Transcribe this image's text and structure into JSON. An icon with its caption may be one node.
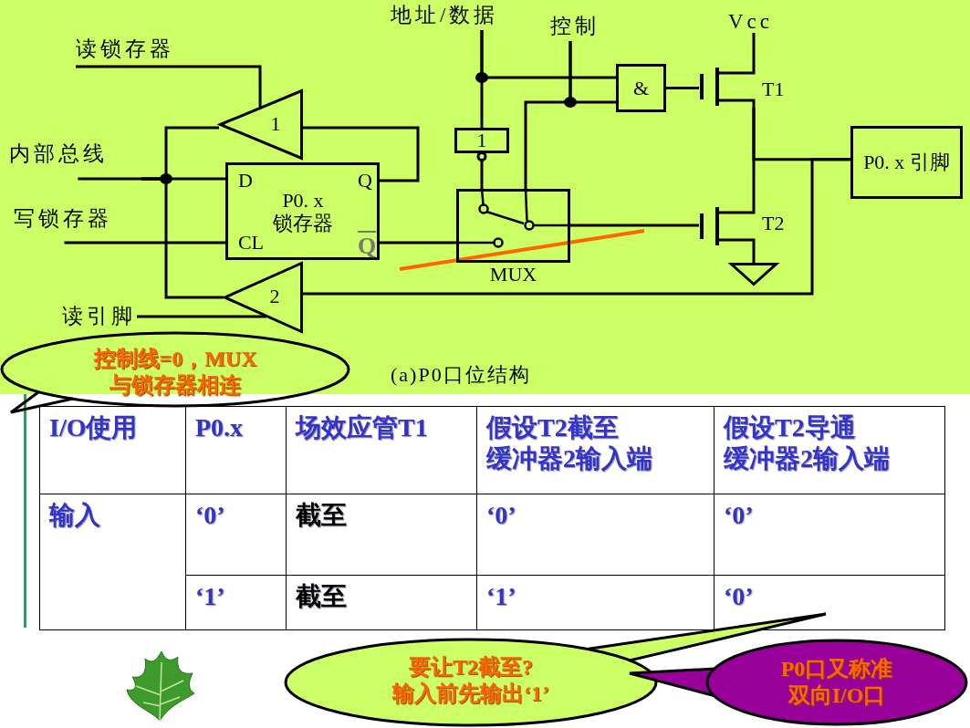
{
  "diagram": {
    "caption": "(a)P0口位结构",
    "nodes": [
      {
        "text": [
          "1"
        ]
      },
      {
        "text": [
          "D",
          "Q",
          "P0. x 锁存器",
          "CL",
          "Q"
        ]
      },
      {
        "text": [
          "2"
        ]
      },
      {
        "text": [
          "1"
        ]
      },
      {
        "text": [
          "&"
        ]
      },
      {
        "text": [
          "MUX"
        ]
      },
      {
        "text": [],
        "shape": "transistor",
        "beside": [
          "T1"
        ]
      },
      {
        "text": [],
        "shape": "transistor",
        "beside": [
          "T2"
        ]
      },
      {
        "text": [
          "P0. x 引脚"
        ]
      },
      {
        "text": [],
        "shape": "ground"
      },
      {
        "text": [
          "读锁存器"
        ]
      },
      {
        "text": [
          "内部总线"
        ]
      },
      {
        "text": [
          "写锁存器"
        ]
      },
      {
        "text": [
          "读引脚"
        ]
      },
      {
        "text": [
          "地址/数据"
        ]
      },
      {
        "text": [
          "控制"
        ]
      },
      {
        "text": [
          "Vcc"
        ]
      },
      {
        "text": [
          "控制线=0，MUX 与锁存器相连"
        ]
      },
      {
        "text": [
          "要让T2截至? 输入前先输出‘1’"
        ]
      },
      {
        "text": [
          "P0口又称准双向I/O口"
        ]
      }
    ],
    "edges": [
      {
        "from": 10,
        "to": 0,
        "arrow": "none"
      },
      {
        "from": 1,
        "to": 0,
        "arrow": "none"
      },
      {
        "from": 0,
        "to": 11,
        "arrow": "none"
      },
      {
        "from": 11,
        "to": 1,
        "arrow": "none"
      },
      {
        "from": 12,
        "to": 1,
        "arrow": "none"
      },
      {
        "from": 2,
        "to": 11,
        "arrow": "none"
      },
      {
        "from": 13,
        "to": 2,
        "arrow": "none"
      },
      {
        "from": 8,
        "to": 2,
        "arrow": "none"
      },
      {
        "from": 1,
        "to": 5,
        "arrow": "none"
      },
      {
        "from": 14,
        "to": 4,
        "arrow": "none"
      },
      {
        "from": 14,
        "to": 3,
        "arrow": "none"
      },
      {
        "from": 3,
        "to": 5,
        "arrow": "none"
      },
      {
        "from": 15,
        "to": 4,
        "arrow": "none"
      },
      {
        "from": 15,
        "to": 5,
        "arrow": "none"
      },
      {
        "from": 4,
        "to": 6,
        "arrow": "none"
      },
      {
        "from": 5,
        "to": 7,
        "arrow": "none"
      },
      {
        "from": 16,
        "to": 6,
        "arrow": "none"
      },
      {
        "from": 6,
        "to": 7,
        "arrow": "none"
      },
      {
        "from": 6,
        "to": 8,
        "arrow": "none"
      },
      {
        "from": 7,
        "to": 9,
        "arrow": "none"
      }
    ],
    "labels": [
      "I/O使用",
      "P0.x",
      "场效应管T1",
      "假设T2截至",
      "缓冲器2输入端",
      "假设T2导通",
      "缓冲器2输入端",
      "输入",
      "‘0’",
      "截至",
      "‘0’",
      "‘0’",
      "‘1’",
      "截至",
      "‘1’",
      "‘0’"
    ]
  }
}
